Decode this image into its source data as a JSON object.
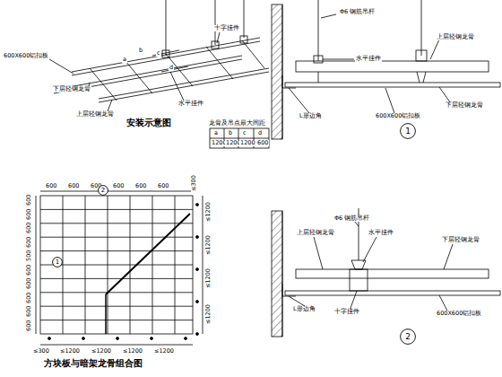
{
  "diagram": {
    "nodes": [
      {
        "text": [
          "2"
        ]
      },
      {
        "text": [
          "1"
        ]
      },
      {
        "text": [
          "1"
        ]
      },
      {
        "text": [
          "2"
        ]
      }
    ],
    "labels": [
      "十字挂件",
      "600X600铝扣板",
      "下层轻钢龙骨",
      "上层轻钢龙骨",
      "水平挂件",
      "a",
      "b",
      "c",
      "d",
      "安装示意图",
      "龙骨及吊点最大间距",
      "a",
      "b",
      "c",
      "d",
      "1200",
      "1200",
      "1200",
      "600",
      "方块板与暗架龙骨组合图",
      "600",
      "600",
      "600",
      "600",
      "600",
      "600",
      "≤300",
      "600",
      "600",
      "600",
      "600",
      "500",
      "600",
      "600",
      "600",
      "600",
      "600",
      "≤1200",
      "≤1200",
      "≤1200",
      "≤1200",
      "≤300",
      "≤1200",
      "≤1200",
      "≤1200",
      "≤1200",
      "Φ6 钢筋吊杆",
      "上层轻钢龙骨",
      "水平挂件",
      "L形边角",
      "600X600铝扣板",
      "下层轻钢龙骨",
      "Φ6 钢筋吊杆",
      "上层轻钢龙骨",
      "水平挂件",
      "下层轻钢龙骨",
      "L形边角",
      "十字挂件",
      "600X600铝扣板"
    ]
  }
}
